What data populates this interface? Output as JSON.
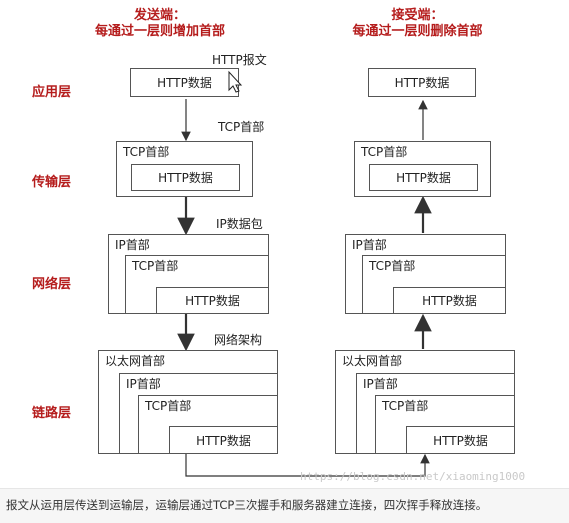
{
  "sender": {
    "title": "发送端：",
    "subtitle": "每通过一层则增加首部"
  },
  "receiver": {
    "title": "接受端：",
    "subtitle": "每通过一层则删除首部"
  },
  "layers": {
    "application": "应用层",
    "transport": "传输层",
    "network": "网络层",
    "link": "链路层"
  },
  "notes": {
    "http_message": "HTTP报文",
    "tcp_header": "TCP首部",
    "ip_packet": "IP数据包",
    "frame": "网络架构"
  },
  "headers": {
    "ethernet": "以太网首部",
    "ip": "IP首部",
    "tcp": "TCP首部",
    "http_data": "HTTP数据"
  },
  "watermark": "https://blog.csdn.net/xiaoming1000",
  "caption": "报文从运用层传送到运输层，运输层通过TCP三次握手和服务器建立连接，四次挥手释放连接。"
}
